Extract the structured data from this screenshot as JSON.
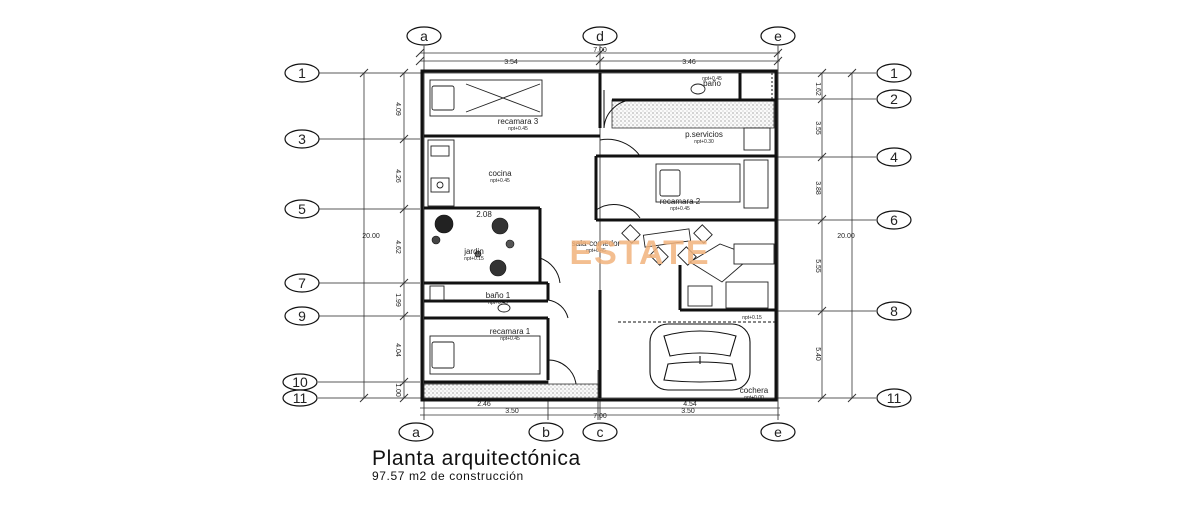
{
  "title": "Planta arquitectónica",
  "subtitle": "97.57 m2 de construcción",
  "watermark": "ESTATE",
  "axes": {
    "top": [
      "a",
      "d",
      "e"
    ],
    "bottom": [
      "a",
      "b",
      "c",
      "e"
    ],
    "left": [
      "1",
      "3",
      "5",
      "7",
      "9",
      "10",
      "11"
    ],
    "right": [
      "1",
      "2",
      "4",
      "6",
      "8",
      "11"
    ]
  },
  "dimensions": {
    "top_total": "7.00",
    "top_left": "3.54",
    "top_right": "3.46",
    "left_total": "20.00",
    "left": [
      "4.09",
      "4.26",
      "4.62",
      "1.99",
      "4.04",
      "1.00"
    ],
    "right_total": "20.00",
    "right": [
      "1.62",
      "3.55",
      "3.88",
      "5.55",
      "5.40"
    ],
    "bottom_left": "2.46",
    "bottom_right": "4.54",
    "bottom_a": "3.50",
    "bottom_b": "3.50",
    "bottom_total": "7.00",
    "garden_width": "2.08"
  },
  "rooms": {
    "recamara3": {
      "name": "recamara 3",
      "level": "npt+0.45"
    },
    "bano_top": {
      "name": "baño",
      "level": "npt+0.45"
    },
    "pservicios": {
      "name": "p.servicios",
      "level": "npt+0.30"
    },
    "cocina": {
      "name": "cocina",
      "level": "npt+0.45"
    },
    "recamara2": {
      "name": "recamara 2",
      "level": "npt+0.45"
    },
    "jardin": {
      "name": "jardin",
      "level": "npt+0.15"
    },
    "sala": {
      "name": "sala-comedor",
      "level": "npt+0.45"
    },
    "bano1": {
      "name": "baño 1",
      "level": "npt+0.45"
    },
    "recamara1": {
      "name": "recamara 1",
      "level": "npt+0.45"
    },
    "cochera": {
      "name": "cochera",
      "level": "npt+0.00"
    },
    "cochera_level_top": "npt+0.15"
  },
  "colors": {
    "line": "#111111",
    "watermark": "#f2b37d"
  }
}
